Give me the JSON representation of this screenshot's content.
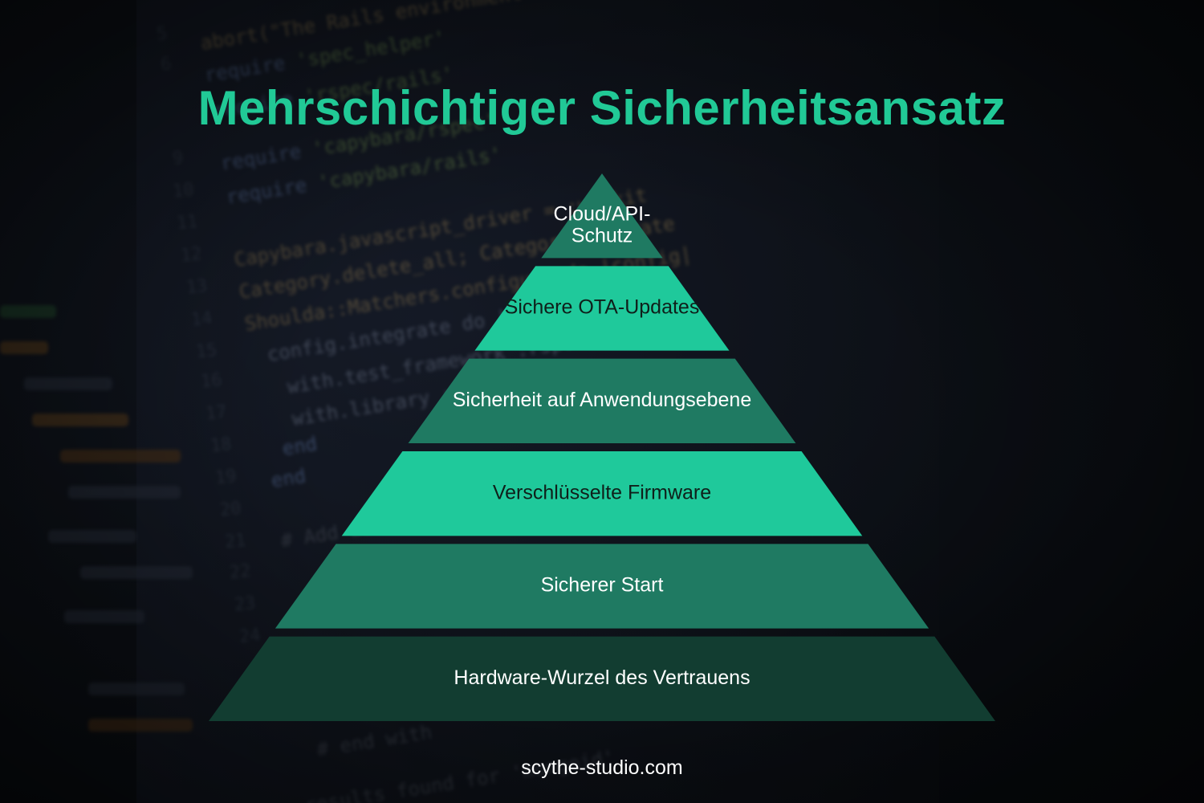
{
  "title": "Mehrschichtiger Sicherheitsansatz",
  "footer": "scythe-studio.com",
  "colors": {
    "title": "#21c996",
    "layer_light": "#1fc99b",
    "layer_medium": "#1f7a62",
    "layer_dark": "#123d31",
    "text_light": "#ffffff",
    "text_dark": "#0f1f1a"
  },
  "pyramid": {
    "layers": [
      {
        "label_lines": [
          "Cloud/API-",
          "Schutz"
        ],
        "tone": "medium"
      },
      {
        "label_lines": [
          "Sichere OTA-Updates"
        ],
        "tone": "light"
      },
      {
        "label_lines": [
          "Sicherheit auf Anwendungsebene"
        ],
        "tone": "medium"
      },
      {
        "label_lines": [
          "Verschlüsselte Firmware"
        ],
        "tone": "light"
      },
      {
        "label_lines": [
          "Sicherer Start"
        ],
        "tone": "medium"
      },
      {
        "label_lines": [
          "Hardware-Wurzel des Vertrauens"
        ],
        "tone": "dark"
      }
    ]
  }
}
